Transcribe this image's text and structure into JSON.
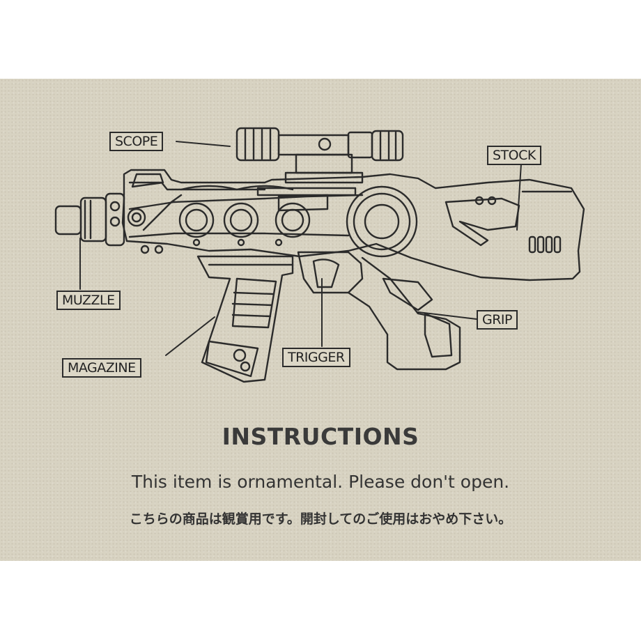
{
  "labels": {
    "scope": "SCOPE",
    "stock": "STOCK",
    "muzzle": "MUZZLE",
    "grip": "GRIP",
    "magazine": "MAGAZINE",
    "trigger": "TRIGGER"
  },
  "instructions": {
    "title": "INSTRUCTIONS",
    "english": "This item is ornamental. Please don't open.",
    "japanese": "こちらの商品は観賞用です。開封してのご使用はおやめ下さい。"
  },
  "colors": {
    "card": "#d8d3c2",
    "ink": "#2b2b2b"
  }
}
